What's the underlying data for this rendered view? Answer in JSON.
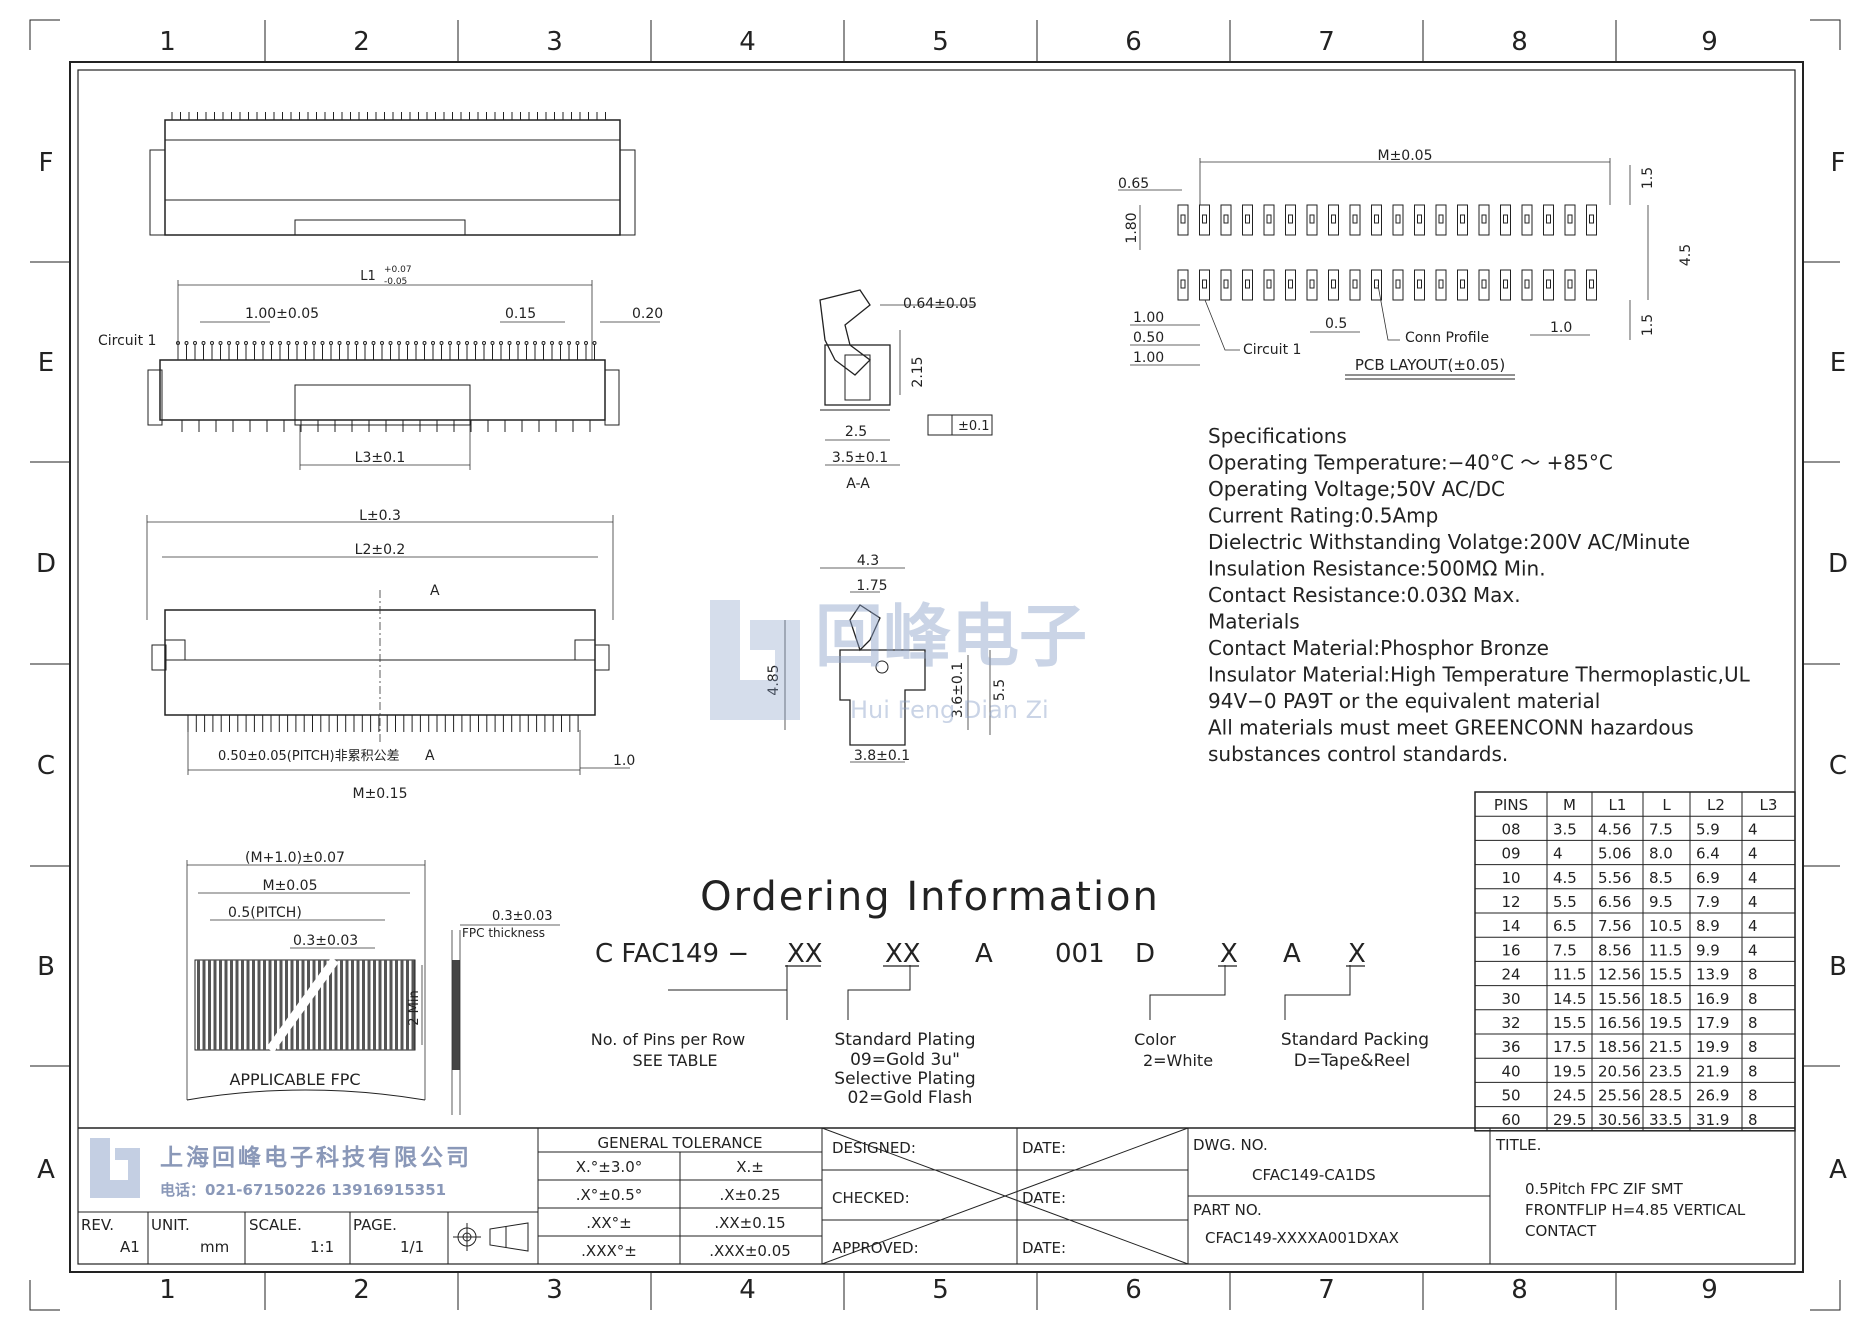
{
  "frame": {
    "columns": [
      "1",
      "2",
      "3",
      "4",
      "5",
      "6",
      "7",
      "8",
      "9"
    ],
    "rows": [
      "F",
      "E",
      "D",
      "C",
      "B",
      "A"
    ]
  },
  "top_view": {
    "l1": "L1",
    "l1_tol_plus": "+0.07",
    "l1_tol_minus": "-0.05",
    "pitch_dim": "1.00±0.05",
    "dim_015": "0.15",
    "dim_020": "0.20",
    "circuit_label": "Circuit 1",
    "l3": "L3±0.1"
  },
  "bottom_view": {
    "l": "L±0.3",
    "l2": "L2±0.2",
    "section_a": "A",
    "section_a2": "A",
    "pitch_note": "0.50±0.05(PITCH)非累积公差",
    "dim_10": "1.0",
    "m": "M±0.15"
  },
  "section_view": {
    "dim_064": "0.64±0.05",
    "dim_215": "2.15",
    "dim_25": "2.5",
    "dim_35": "3.5±0.1",
    "flatness": "±0.1",
    "label": "A-A"
  },
  "side_view": {
    "dim_43": "4.3",
    "dim_175": "1.75",
    "dim_485": "4.85",
    "dim_36": "3.6±0.1",
    "dim_55": "5.5",
    "dim_38": "3.8±0.1"
  },
  "pcb_layout": {
    "m": "M±0.05",
    "dim_065": "0.65",
    "dim_180": "1.80",
    "dim_15a": "1.5",
    "dim_45": "4.5",
    "dim_15b": "1.5",
    "dim_100a": "1.00",
    "dim_050": "0.50",
    "dim_100b": "1.00",
    "dim_05": "0.5",
    "dim_10": "1.0",
    "circuit": "Circuit 1",
    "conn_profile": "Conn Profile",
    "title": "PCB LAYOUT(±0.05)"
  },
  "specifications": [
    "Specifications",
    "Operating Temperature:−40°C ～ +85°C",
    "Operating Voltage;50V AC/DC",
    "Current Rating:0.5Amp",
    "Dielectric Withstanding Volatge:200V AC/Minute",
    "Insulation Resistance:500MΩ Min.",
    "Contact Resistance:0.03Ω Max.",
    "Materials",
    "Contact Material:Phosphor Bronze",
    "Insulator Material:High Temperature Thermoplastic,UL",
    "94V−0 PA9T or the equivalent material",
    "All materials must meet GREENCONN hazardous",
    "substances control standards."
  ],
  "watermark": {
    "cn": "回峰电子",
    "py": "Hui Feng Dian Zi"
  },
  "fpc": {
    "dim_m1": "(M+1.0)±0.07",
    "dim_m": "M±0.05",
    "pitch": "0.5(PITCH)",
    "dim_03": "0.3±0.03",
    "min2": "2 Min",
    "label": "APPLICABLE FPC",
    "thk": "0.3±0.03",
    "thk_label": "FPC thickness"
  },
  "ordering": {
    "title": "Ordering Information",
    "code": [
      "C FAC149 −",
      "XX",
      "XX",
      "A",
      "001",
      "D",
      "X",
      "A",
      "X"
    ],
    "n1": "No. of Pins per Row",
    "n1b": "SEE TABLE",
    "n2": "Standard Plating",
    "n2b": "09=Gold 3u\"",
    "n2c": "Selective Plating",
    "n2d": "02=Gold Flash",
    "n3": "Color",
    "n3b": "2=White",
    "n4": "Standard Packing",
    "n4b": "D=Tape&Reel"
  },
  "table": {
    "headers": [
      "PINS",
      "M",
      "L1",
      "L",
      "L2",
      "L3"
    ],
    "rows": [
      [
        "08",
        "3.5",
        "4.56",
        "7.5",
        "5.9",
        "4"
      ],
      [
        "09",
        "4",
        "5.06",
        "8.0",
        "6.4",
        "4"
      ],
      [
        "10",
        "4.5",
        "5.56",
        "8.5",
        "6.9",
        "4"
      ],
      [
        "12",
        "5.5",
        "6.56",
        "9.5",
        "7.9",
        "4"
      ],
      [
        "14",
        "6.5",
        "7.56",
        "10.5",
        "8.9",
        "4"
      ],
      [
        "16",
        "7.5",
        "8.56",
        "11.5",
        "9.9",
        "4"
      ],
      [
        "24",
        "11.5",
        "12.56",
        "15.5",
        "13.9",
        "8"
      ],
      [
        "30",
        "14.5",
        "15.56",
        "18.5",
        "16.9",
        "8"
      ],
      [
        "32",
        "15.5",
        "16.56",
        "19.5",
        "17.9",
        "8"
      ],
      [
        "36",
        "17.5",
        "18.56",
        "21.5",
        "19.9",
        "8"
      ],
      [
        "40",
        "19.5",
        "20.56",
        "23.5",
        "21.9",
        "8"
      ],
      [
        "50",
        "24.5",
        "25.56",
        "28.5",
        "26.9",
        "8"
      ],
      [
        "60",
        "29.5",
        "30.56",
        "33.5",
        "31.9",
        "8"
      ]
    ]
  },
  "titleblock": {
    "company": "上海回峰电子科技有限公司",
    "phone": "电话：021-67150226  13916915351",
    "rev_label": "REV.",
    "rev": "A1",
    "unit_label": "UNIT.",
    "unit": "mm",
    "scale_label": "SCALE.",
    "scale": "1:1",
    "page_label": "PAGE.",
    "page": "1/1",
    "gt_title": "GENERAL TOLERANCE",
    "gt": [
      [
        "X.°±3.0°",
        "X.±"
      ],
      [
        ".X°±0.5°",
        ".X±0.25"
      ],
      [
        ".XX°±",
        ".XX±0.15"
      ],
      [
        ".XXX°±",
        ".XXX±0.05"
      ]
    ],
    "designed": "DESIGNED:",
    "checked": "CHECKED:",
    "approved": "APPROVED:",
    "date": "DATE:",
    "dwg_label": "DWG. NO.",
    "dwg": "CFAC149-CA1DS",
    "part_label": "PART NO.",
    "part": "CFAC149-XXXXA001DXAX",
    "title_label": "TITLE.",
    "title1": "0.5Pitch FPC ZIF SMT",
    "title2": "FRONTFLIP H=4.85 VERTICAL",
    "title3": "CONTACT"
  }
}
